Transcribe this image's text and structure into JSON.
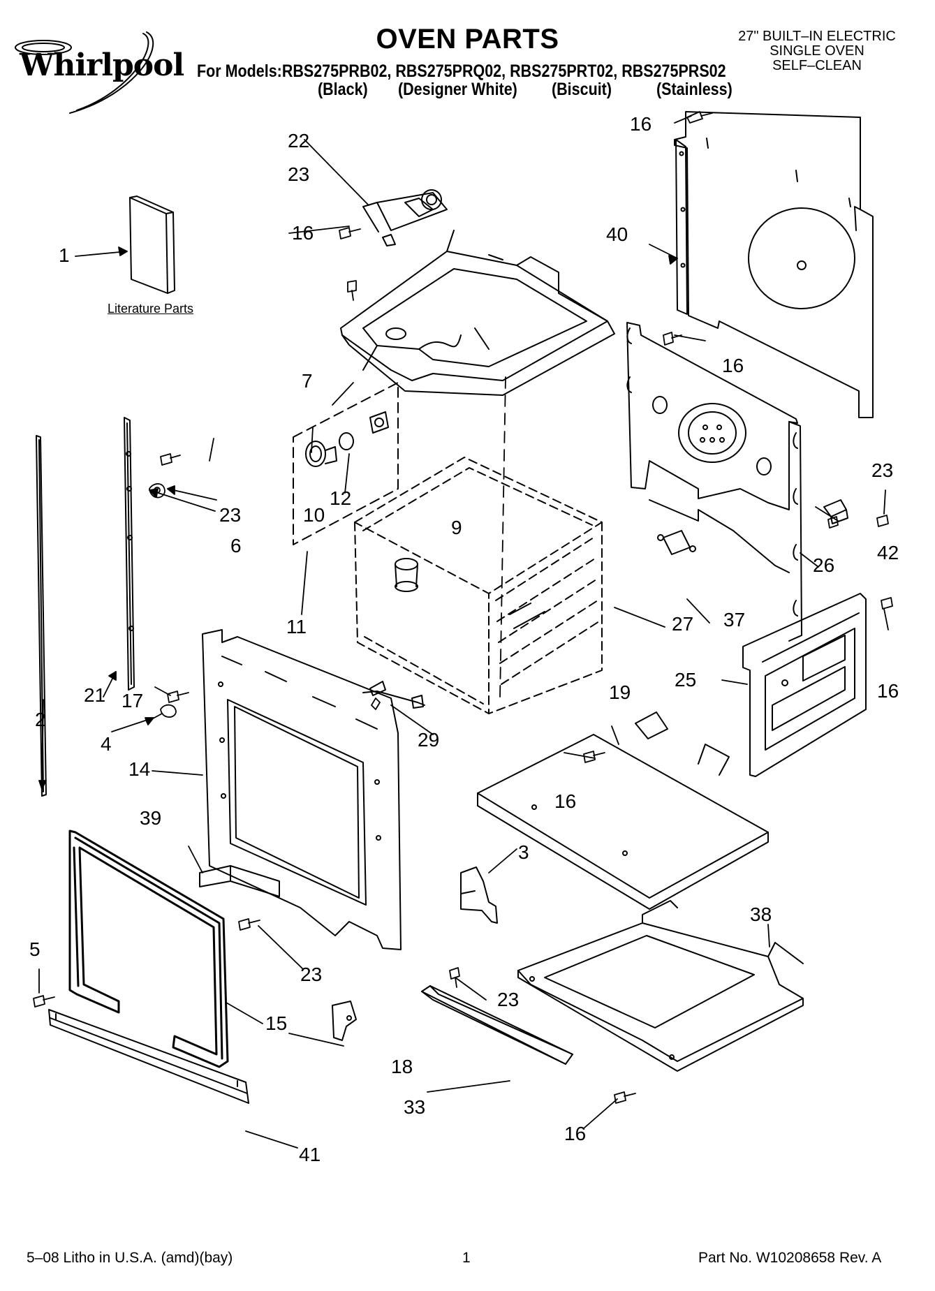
{
  "header": {
    "brand": "Whirlpool",
    "title": "OVEN PARTS",
    "models_line": "For Models:RBS275PRB02, RBS275PRQ02, RBS275PRT02, RBS275PRS02",
    "finishes": [
      "(Black)",
      "(Designer White)",
      "(Biscuit)",
      "(Stainless)"
    ],
    "spec_lines": [
      "27\" BUILT–IN ELECTRIC",
      "SINGLE OVEN",
      "SELF–CLEAN"
    ]
  },
  "literature_label": "Literature Parts",
  "callouts": [
    "1",
    "2",
    "3",
    "4",
    "5",
    "6",
    "7",
    "9",
    "10",
    "11",
    "12",
    "14",
    "15",
    "16",
    "17",
    "18",
    "19",
    "21",
    "22",
    "23",
    "25",
    "26",
    "27",
    "29",
    "33",
    "37",
    "38",
    "39",
    "40",
    "41",
    "42"
  ],
  "footer": {
    "left": "5–08 Litho in U.S.A. (amd)(bay)",
    "page": "1",
    "right": "Part No. W10208658 Rev. A"
  }
}
